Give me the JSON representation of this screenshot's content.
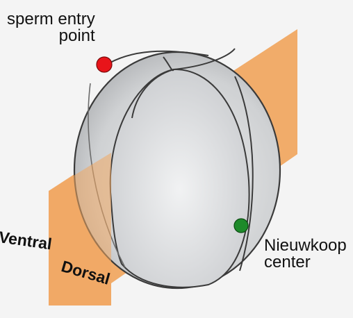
{
  "labels": {
    "sperm_entry_line1": "sperm entry",
    "sperm_entry_line2": "point",
    "nieuwkoop_line1": "Nieuwkoop",
    "nieuwkoop_line2": "center",
    "ventral": "Ventral",
    "dorsal": "Dorsal"
  },
  "colors": {
    "plane": "#f0a862",
    "embryo": "#c9cbce",
    "embryo_light": "#e9eaec",
    "sperm_entry_point": "#e8141a",
    "nieuwkoop_center": "#1e8a2a"
  }
}
